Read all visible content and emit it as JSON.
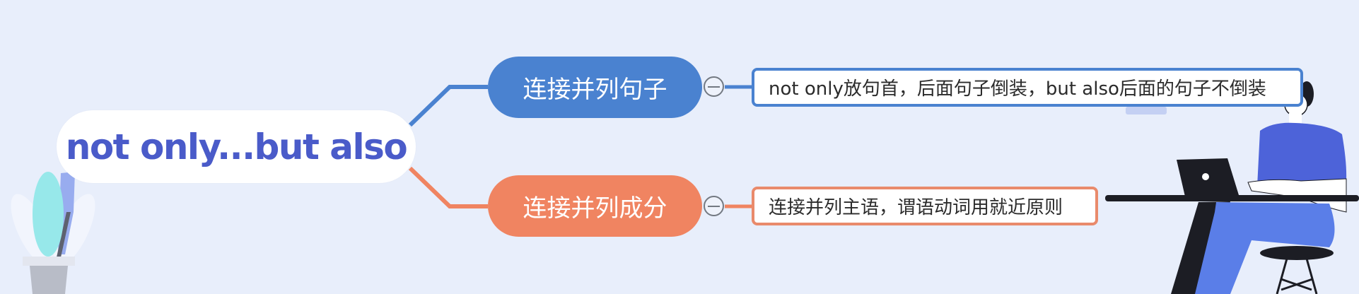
{
  "root": {
    "label": "not only...but also",
    "color": "#4a5bc9"
  },
  "branches": [
    {
      "label": "连接并列句子",
      "color": "#4a82d0",
      "collapse_icon": "minus-circle-icon",
      "children": [
        {
          "label": "not only放句首，后面句子倒装，but also后面的句子不倒装"
        }
      ]
    },
    {
      "label": "连接并列成分",
      "color": "#f08461",
      "collapse_icon": "minus-circle-icon",
      "children": [
        {
          "label": "连接并列主语，谓语动词用就近原则"
        }
      ]
    }
  ],
  "decorations": {
    "left": "potted-plant-illustration",
    "right": "person-at-laptop-illustration"
  },
  "colors": {
    "background": "#e8eefb",
    "branch_blue": "#4a82d0",
    "branch_orange": "#f08461"
  }
}
